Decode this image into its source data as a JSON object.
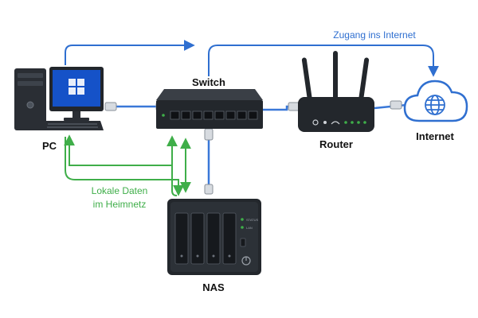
{
  "nodes": {
    "pc": "PC",
    "switch": "Switch",
    "router": "Router",
    "internet": "Internet",
    "nas": "NAS"
  },
  "annotations": {
    "internet_access": "Zugang ins Internet",
    "local_data_line1": "Lokale Daten",
    "local_data_line2": "im Heimnetz"
  },
  "nas_panel": {
    "led1": "STATUS",
    "led2": "LAN"
  },
  "colors": {
    "blue_flow": "#2f6fd0",
    "green_flow": "#3fae49",
    "device_dark": "#1f2328",
    "cable_blue": "#3a78d8"
  }
}
